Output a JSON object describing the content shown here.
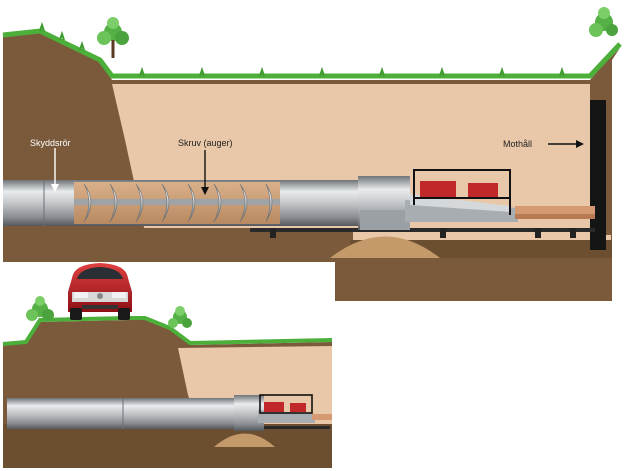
{
  "labels": {
    "casing": "Skyddsrör",
    "auger": "Skruv (auger)",
    "thrust_block": "Mothåll"
  },
  "colors": {
    "soil_brown": "#7a5a3a",
    "soil_dark": "#5e4229",
    "trench_tan": "#e8c8a8",
    "grass_green": "#4caf3a",
    "pipe_gray": "#b8bcc0",
    "machine_red": "#c0282a",
    "car_red": "#b01c22",
    "sky_white": "#ffffff"
  },
  "icons": {
    "tree": "bush-icon",
    "vehicle": "car-icon",
    "arrow": "arrow-icon"
  }
}
